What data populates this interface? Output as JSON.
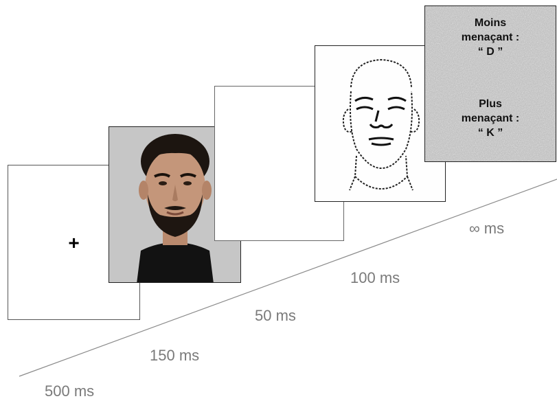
{
  "frames": {
    "fixation": {
      "symbol": "+"
    },
    "mask": {
      "line1": "Moins",
      "line2": "menaçant :",
      "line3": "“ D ”",
      "line4": "Plus",
      "line5": "menaçant :",
      "line6": "“ K ”"
    }
  },
  "timeline": {
    "t1": "500 ms",
    "t2": "150 ms",
    "t3": "50 ms",
    "t4": "100 ms",
    "t5": "∞ ms"
  }
}
